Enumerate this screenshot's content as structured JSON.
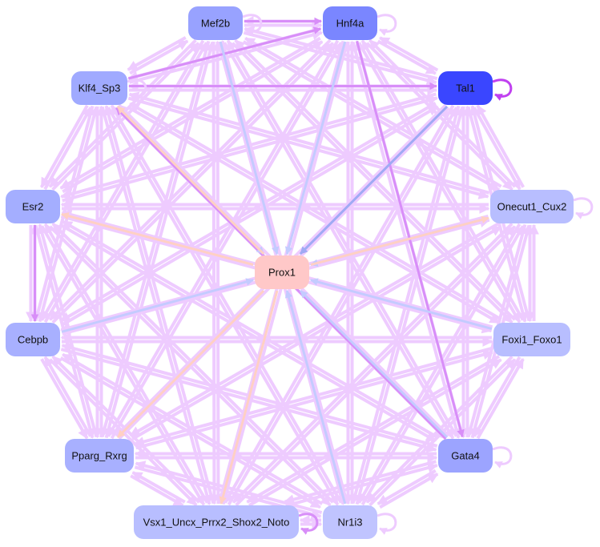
{
  "nodes": [
    {
      "id": "Mef2b",
      "label": "Mef2b",
      "color": "#98a2ff"
    },
    {
      "id": "Hnf4a",
      "label": "Hnf4a",
      "color": "#7a86ff"
    },
    {
      "id": "Tal1",
      "label": "Tal1",
      "color": "#3a46ff",
      "text": "#ffffff"
    },
    {
      "id": "Klf4_Sp3",
      "label": "Klf4_Sp3",
      "color": "#a0aaff"
    },
    {
      "id": "Esr2",
      "label": "Esr2",
      "color": "#a4aeff"
    },
    {
      "id": "Onecut1_Cux2",
      "label": "Onecut1_Cux2",
      "color": "#b8beff"
    },
    {
      "id": "Prox1",
      "label": "Prox1",
      "color": "#ffc8c8"
    },
    {
      "id": "Cebpb",
      "label": "Cebpb",
      "color": "#a8b0ff"
    },
    {
      "id": "Foxi1_Foxo1",
      "label": "Foxi1_Foxo1",
      "color": "#b8beff"
    },
    {
      "id": "Pparg_Rxrg",
      "label": "Pparg_Rxrg",
      "color": "#a8b0ff"
    },
    {
      "id": "Gata4",
      "label": "Gata4",
      "color": "#9ca4ff"
    },
    {
      "id": "Vsx1_Uncx_Prrx2_Shox2_Noto",
      "label": "Vsx1_Uncx_Prrx2_Shox2_Noto",
      "color": "#b8beff"
    },
    {
      "id": "Nr1i3",
      "label": "Nr1i3",
      "color": "#c0c4ff"
    }
  ],
  "edge_colors": {
    "light": "#eecbff",
    "strong": "#d88ef8",
    "dark": "#c040f0",
    "blue": "#c4cbff",
    "bluestrong": "#a0aaf4",
    "peach": "#ffd0c4"
  },
  "dense_group": [
    "Mef2b",
    "Hnf4a",
    "Tal1",
    "Klf4_Sp3",
    "Esr2",
    "Onecut1_Cux2",
    "Cebpb",
    "Foxi1_Foxo1",
    "Pparg_Rxrg",
    "Gata4",
    "Vsx1_Uncx_Prrx2_Shox2_Noto",
    "Nr1i3"
  ],
  "edges": [
    [
      "Mef2b",
      "Hnf4a",
      "strong"
    ],
    [
      "Klf4_Sp3",
      "Tal1",
      "strong"
    ],
    [
      "Klf4_Sp3",
      "Hnf4a",
      "strong"
    ],
    [
      "Gata4",
      "Klf4_Sp3",
      "strong"
    ],
    [
      "Hnf4a",
      "Gata4",
      "strong"
    ],
    [
      "Esr2",
      "Cebpb",
      "strong"
    ],
    [
      "Tal1",
      "Prox1",
      "bluestrong"
    ],
    [
      "Mef2b",
      "Prox1",
      "blue"
    ],
    [
      "Hnf4a",
      "Prox1",
      "blue"
    ],
    [
      "Klf4_Sp3",
      "Prox1",
      "blue"
    ],
    [
      "Onecut1_Cux2",
      "Prox1",
      "blue"
    ],
    [
      "Cebpb",
      "Prox1",
      "blue"
    ],
    [
      "Foxi1_Foxo1",
      "Prox1",
      "blue"
    ],
    [
      "Gata4",
      "Prox1",
      "blue"
    ],
    [
      "Nr1i3",
      "Prox1",
      "blue"
    ],
    [
      "Prox1",
      "Klf4_Sp3",
      "peach"
    ],
    [
      "Prox1",
      "Esr2",
      "peach"
    ],
    [
      "Prox1",
      "Onecut1_Cux2",
      "peach"
    ],
    [
      "Prox1",
      "Pparg_Rxrg",
      "peach"
    ],
    [
      "Prox1",
      "Vsx1_Uncx_Prrx2_Shox2_Noto",
      "peach"
    ]
  ],
  "self_loops": [
    [
      "Mef2b",
      "light"
    ],
    [
      "Hnf4a",
      "light"
    ],
    [
      "Tal1",
      "dark"
    ],
    [
      "Onecut1_Cux2",
      "light"
    ],
    [
      "Gata4",
      "light"
    ],
    [
      "Nr1i3",
      "light"
    ],
    [
      "Klf4_Sp3",
      "light"
    ],
    [
      "Vsx1_Uncx_Prrx2_Shox2_Noto",
      "strong"
    ]
  ]
}
